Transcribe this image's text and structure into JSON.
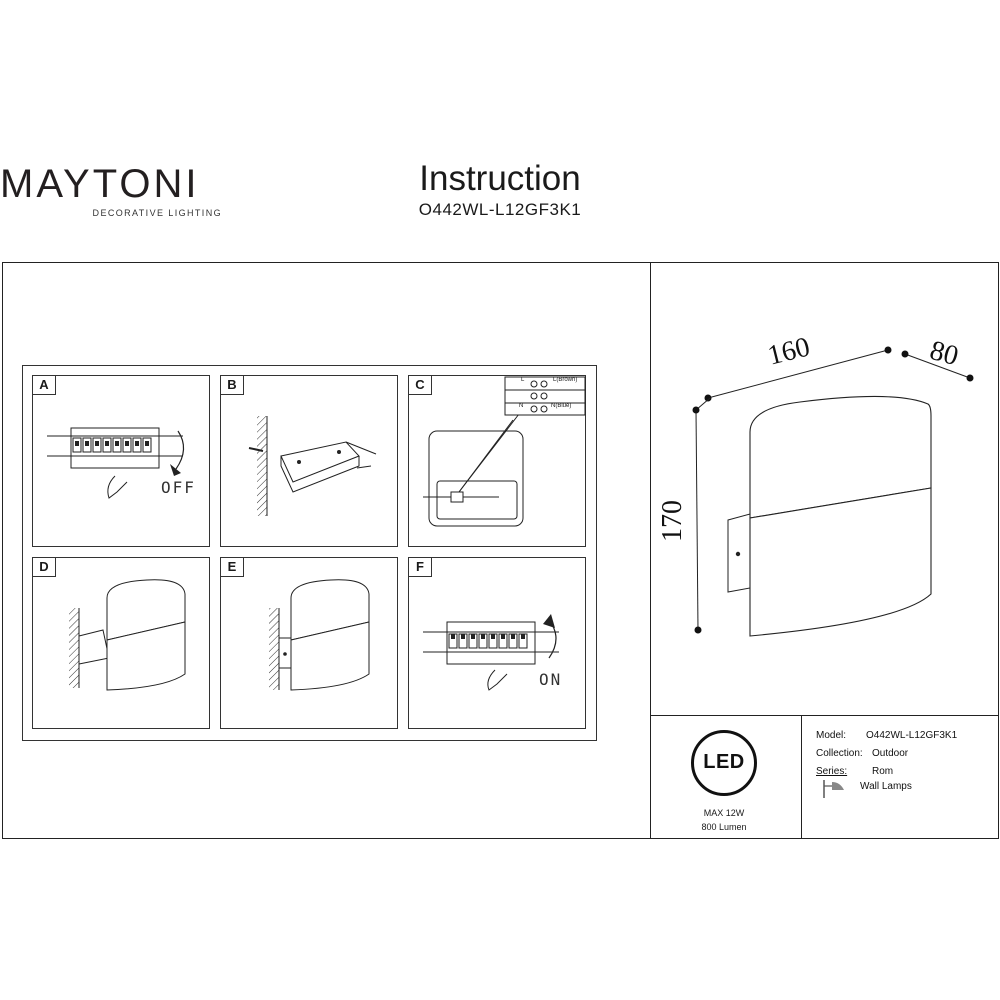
{
  "header": {
    "brand_name": "MAYTONI",
    "brand_tagline": "DECORATIVE LIGHTING",
    "title": "Instruction",
    "model_code": "O442WL-L12GF3K1"
  },
  "steps": [
    {
      "label": "A",
      "note": "OFF"
    },
    {
      "label": "B"
    },
    {
      "label": "C",
      "wire_l": "L",
      "wire_n": "N",
      "wire_l_color": "L(Brown)",
      "wire_n_color": "N(Blue)"
    },
    {
      "label": "D"
    },
    {
      "label": "E"
    },
    {
      "label": "F",
      "note": "ON"
    }
  ],
  "dimensions": {
    "width": "160",
    "depth": "80",
    "height": "170"
  },
  "badge": {
    "text": "LED",
    "power": "MAX 12W",
    "lumen": "800 Lumen"
  },
  "specs": {
    "model_label": "Model:",
    "model_value": "O442WL-L12GF3K1",
    "collection_label": "Collection:",
    "collection_value": "Outdoor",
    "series_label": "Series:",
    "series_value": "Rom",
    "type_value": "Wall Lamps"
  }
}
